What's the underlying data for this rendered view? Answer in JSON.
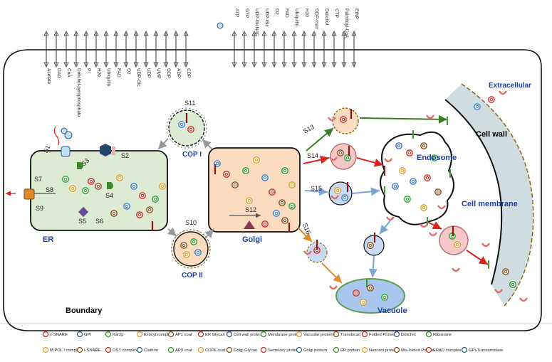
{
  "top_metabolites_left": [
    "Acetate",
    "DAG",
    "CoA",
    "Dolichol-pyrophosphate",
    "Pi",
    "H20",
    "Ubiquitin",
    "FAD",
    "O2",
    "UDP-Glc",
    "UDP",
    "UMP",
    "GDP",
    "ADP",
    "CDP"
  ],
  "top_metabolites_right": [
    "ATP",
    "GTP",
    "UDP-GlcNAC",
    "UDP-Glc",
    "O2",
    "FAD",
    "Ubiquitin",
    "H20",
    "GDP-man",
    "Dolichol",
    "CTP",
    "Palmitoyl-CoA",
    "EtNP"
  ],
  "compartments": {
    "er": "ER",
    "golgi": "Golgi",
    "endosome": "Endosome",
    "vacuole": "Vacuole",
    "extracellular": "Extracellular",
    "cell_wall": "Cell wall",
    "cell_membrane": "Cell membrane",
    "boundary": "Boundary",
    "cop1": "COP I",
    "cop2": "COP II"
  },
  "steps": {
    "s1": "S1",
    "s2": "S2",
    "s3": "S3",
    "s4": "S4",
    "s5": "S5",
    "s6": "S6",
    "s7": "S7",
    "s8": "S8",
    "s9": "S9",
    "s10": "S10",
    "s11": "S11",
    "s12": "S12",
    "s13": "S13",
    "s14": "S14",
    "s15": "S15",
    "s16": "S16"
  },
  "legend": [
    {
      "label": "v-SNARE",
      "icon": "v-snare-icon"
    },
    {
      "label": "GPI",
      "icon": "gpi-icon"
    },
    {
      "label": "Kar2p",
      "icon": "kar2p-icon"
    },
    {
      "label": "Exocyt complex",
      "icon": "exocyst-icon"
    },
    {
      "label": "AP1 coat",
      "icon": "ap1-coat-icon"
    },
    {
      "label": "ER Glycan",
      "icon": "er-glycan-icon"
    },
    {
      "label": "Cell wall protein",
      "icon": "cell-wall-protein-icon"
    },
    {
      "label": "Membrane protein",
      "icon": "membrane-protein-icon"
    },
    {
      "label": "Vacuolar protein",
      "icon": "vacuolar-protein-icon"
    },
    {
      "label": "Translocan",
      "icon": "translocon-icon"
    },
    {
      "label": "Folded Protein",
      "icon": "folded-protein-icon"
    },
    {
      "label": "Dolichol",
      "icon": "dolichol-icon"
    },
    {
      "label": "Ribosome",
      "icon": "ribosome-icon"
    },
    {
      "label": "M.POL I complex",
      "icon": "mpol-icon"
    },
    {
      "label": "t-SNARE",
      "icon": "t-snare-icon"
    },
    {
      "label": "OST complex",
      "icon": "ost-icon"
    },
    {
      "label": "Clathrin",
      "icon": "clathrin-icon"
    },
    {
      "label": "AP3 coat",
      "icon": "ap3-coat-icon"
    },
    {
      "label": "COPII coat",
      "icon": "copii-coat-icon"
    },
    {
      "label": "Golgi Glycan",
      "icon": "golgi-glycan-icon"
    },
    {
      "label": "Secretory protein",
      "icon": "secretory-protein-icon"
    },
    {
      "label": "Golgi protein",
      "icon": "golgi-protein-icon"
    },
    {
      "label": "ER protein",
      "icon": "er-protein-icon"
    },
    {
      "label": "Nascent protein",
      "icon": "nascent-protein-icon"
    },
    {
      "label": "Mis-folded Protein",
      "icon": "misfolded-protein-icon"
    },
    {
      "label": "ERAD complex",
      "icon": "erad-icon"
    },
    {
      "label": "GPI-Transamidase",
      "icon": "gpi-transamidase-icon"
    }
  ],
  "colors": {
    "er_fill": "#dcebd2",
    "golgi_fill": "#fbdcc0",
    "vacuole_fill": "#a9c6ee",
    "cell_wall_fill": "#cfdde0",
    "arrow_green": "#3a7d2a",
    "arrow_red": "#d4261c",
    "arrow_blue": "#7aa6d4",
    "arrow_orange": "#e08a2a",
    "label_blue": "#1f3fa8"
  }
}
